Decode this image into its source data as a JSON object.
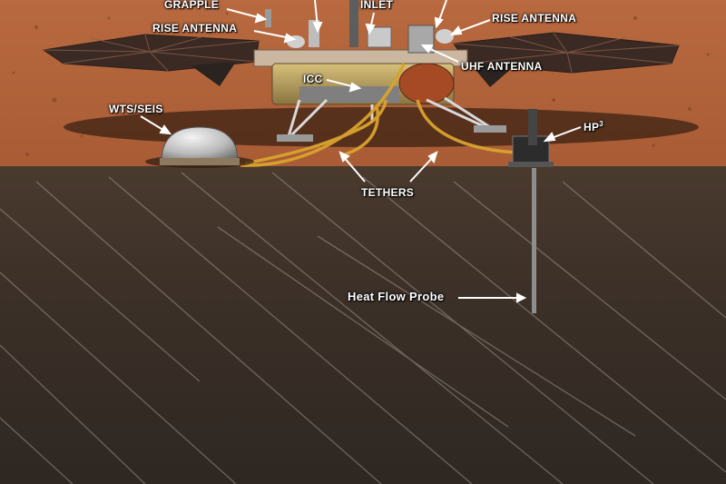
{
  "labels": {
    "grapple": "GRAPPLE",
    "inlet": "INLET",
    "rise_antenna_left": "RISE ANTENNA",
    "rise_antenna_right": "RISE ANTENNA",
    "uhf_antenna": "UHF ANTENNA",
    "icc": "ICC",
    "wts_seis": "WTS/SEIS",
    "hp3": "HP",
    "hp3_superscript": "3",
    "tethers": "TETHERS",
    "heat_flow_probe": "Heat Flow Probe"
  },
  "colors": {
    "surface": "#b0633a",
    "subsurface": "#3a2f27",
    "label": "#ffffff",
    "tether": "#d9a32e",
    "solar_panel": "#3b2a24"
  }
}
